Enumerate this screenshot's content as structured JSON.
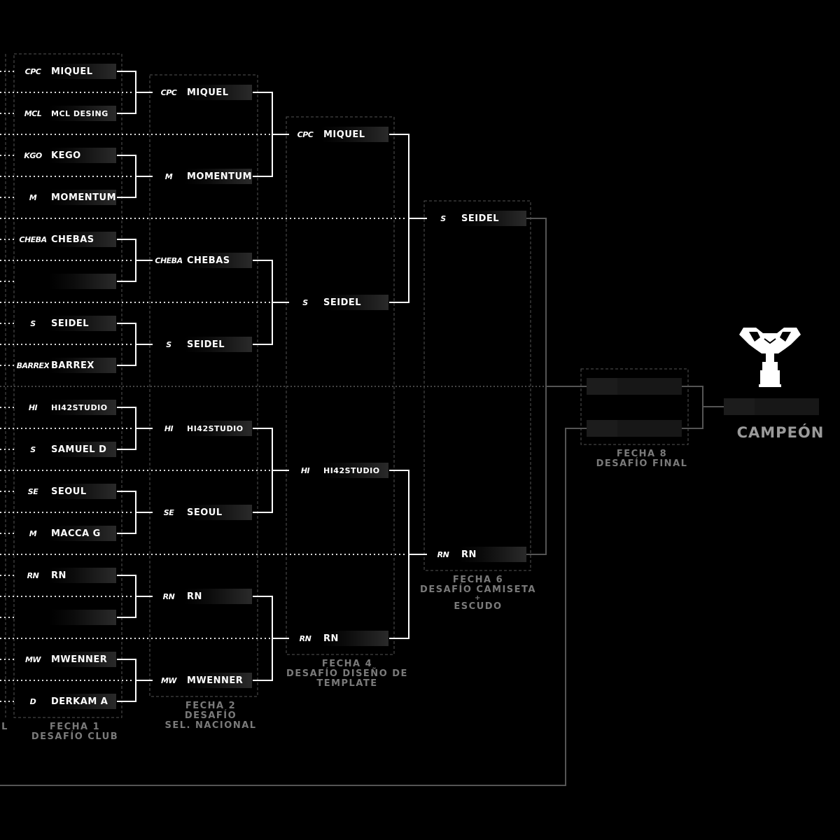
{
  "round1": {
    "teams": [
      {
        "name": "MIQUEL",
        "logo": "CPC"
      },
      {
        "name": "MCL DESING",
        "logo": "MCL"
      },
      {
        "name": "KEGO",
        "logo": "KGO"
      },
      {
        "name": "MOMENTUM",
        "logo": "M"
      },
      {
        "name": "CHEBAS",
        "logo": "CHEBA"
      },
      {
        "name": "",
        "logo": ""
      },
      {
        "name": "SEIDEL",
        "logo": "S"
      },
      {
        "name": "BARREX",
        "logo": "BARREX"
      },
      {
        "name": "HI42STUDIO",
        "logo": "HI"
      },
      {
        "name": "SAMUEL D",
        "logo": "S"
      },
      {
        "name": "SEOUL",
        "logo": "SE"
      },
      {
        "name": "MACCA G",
        "logo": "M"
      },
      {
        "name": "RN",
        "logo": "RN"
      },
      {
        "name": "",
        "logo": ""
      },
      {
        "name": "MWENNER",
        "logo": "MW"
      },
      {
        "name": "DERKAM A",
        "logo": "D"
      }
    ],
    "label_line1": "FECHA 1",
    "label_line2": "DESAFÍO CLUB"
  },
  "round2": {
    "teams": [
      {
        "name": "MIQUEL",
        "logo": "CPC"
      },
      {
        "name": "MOMENTUM",
        "logo": "M"
      },
      {
        "name": "CHEBAS",
        "logo": "CHEBA"
      },
      {
        "name": "SEIDEL",
        "logo": "S"
      },
      {
        "name": "HI42STUDIO",
        "logo": "HI"
      },
      {
        "name": "SEOUL",
        "logo": "SE"
      },
      {
        "name": "RN",
        "logo": "RN"
      },
      {
        "name": "MWENNER",
        "logo": "MW"
      }
    ],
    "label_line1": "FECHA 2",
    "label_line2": "DESAFÍO",
    "label_line3": "SEL. NACIONAL"
  },
  "round3": {
    "teams": [
      {
        "name": "MIQUEL",
        "logo": "CPC"
      },
      {
        "name": "SEIDEL",
        "logo": "S"
      },
      {
        "name": "HI42STUDIO",
        "logo": "HI"
      },
      {
        "name": "RN",
        "logo": "RN"
      }
    ],
    "label_line1": "FECHA 4",
    "label_line2": "DESAFÍO DISEÑO DE",
    "label_line3": "TEMPLATE"
  },
  "round4": {
    "teams": [
      {
        "name": "SEIDEL",
        "logo": "S"
      },
      {
        "name": "RN",
        "logo": "RN"
      }
    ],
    "label_line1": "FECHA 6",
    "label_line2": "DESAFÍO CAMISETA",
    "label_line3": "+",
    "label_line4": "ESCUDO"
  },
  "final": {
    "label_line1": "FECHA 8",
    "label_line2": "DESAFÍO FINAL"
  },
  "champion": {
    "label": "CAMPEÓN"
  },
  "left_edge_label": "L"
}
